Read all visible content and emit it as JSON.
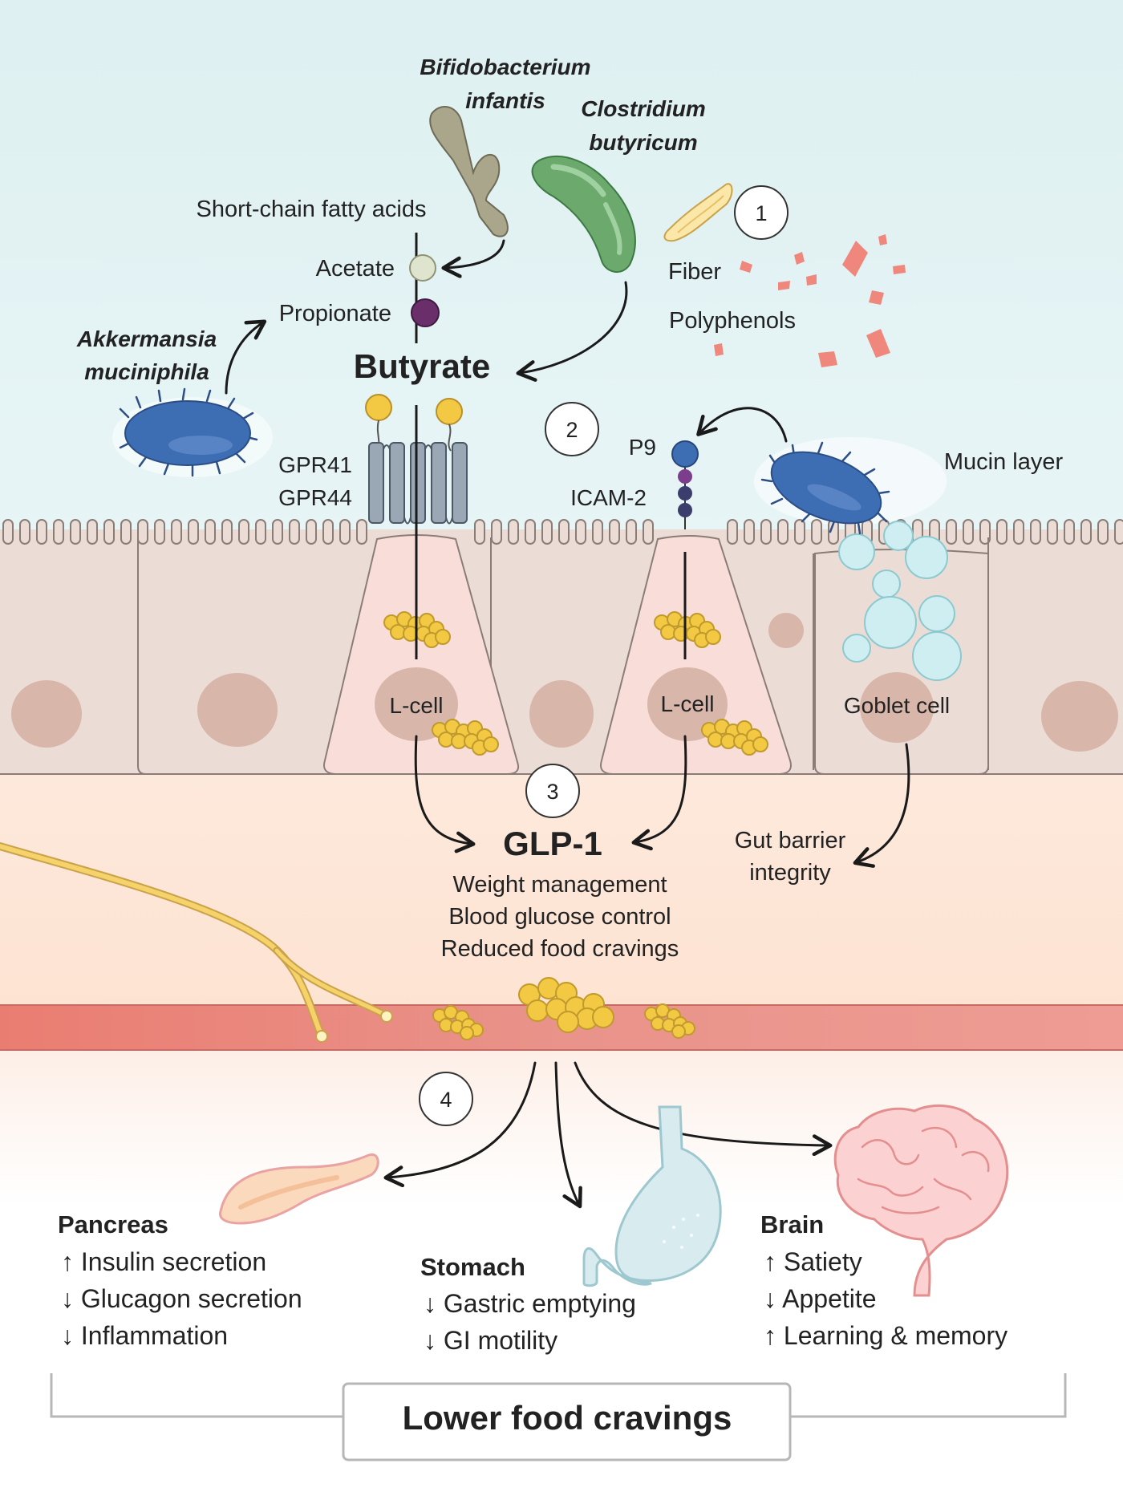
{
  "bacteria": {
    "bifido": "Bifidobacterium infantis",
    "bifido_line1": "Bifidobacterium",
    "bifido_line2": "infantis",
    "clostridium_line1": "Clostridium",
    "clostridium_line2": "butyricum",
    "akkermansia_line1": "Akkermansia",
    "akkermansia_line2": "muciniphila"
  },
  "scfa": {
    "heading": "Short-chain fatty acids",
    "acetate": "Acetate",
    "propionate": "Propionate",
    "butyrate": "Butyrate"
  },
  "inputs": {
    "fiber": "Fiber",
    "polyphenols": "Polyphenols"
  },
  "receptors": {
    "gpr41": "GPR41",
    "gpr44": "GPR44",
    "p9": "P9",
    "icam2": "ICAM-2",
    "mucin": "Mucin layer"
  },
  "cells": {
    "lcell": "L-cell",
    "goblet": "Goblet cell"
  },
  "steps": {
    "s1": "1",
    "s2": "2",
    "s3": "3",
    "s4": "4"
  },
  "glp1": {
    "title": "GLP-1",
    "effects": [
      "Weight management",
      "Blood glucose control",
      "Reduced food cravings"
    ]
  },
  "barrier": {
    "line1": "Gut barrier",
    "line2": "integrity"
  },
  "organs": {
    "pancreas": {
      "title": "Pancreas",
      "items": [
        "↑  Insulin secretion",
        "↓  Glucagon secretion",
        "↓  Inflammation"
      ]
    },
    "stomach": {
      "title": "Stomach",
      "items": [
        "↓  Gastric emptying",
        "↓  GI motility"
      ]
    },
    "brain": {
      "title": "Brain",
      "items": [
        "↑  Satiety",
        "↓  Appetite",
        "↑  Learning & memory"
      ]
    }
  },
  "footer": {
    "label": "Lower food cravings"
  },
  "colors": {
    "lumen": "#e4f3f4",
    "epithelium": "#ecdcd7",
    "lcell": "#f8dcd7",
    "submucosa": "#fde8d7",
    "vessel": "#e8837a",
    "glp1_particle": "#f3c843",
    "bacteria_blue": "#3d6db3",
    "bifido_gray": "#a8a58c",
    "clostridium_green": "#6aa66a"
  }
}
